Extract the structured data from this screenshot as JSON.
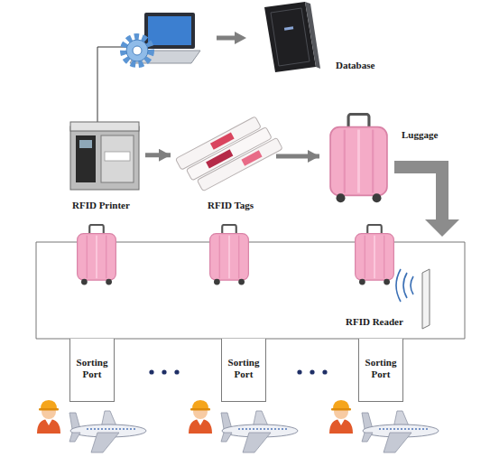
{
  "diagram": {
    "nodes": [
      {
        "text": [
          "Database"
        ]
      },
      {
        "text": [
          "RFID Printer"
        ]
      },
      {
        "text": [
          "RFID Tags"
        ]
      },
      {
        "text": [
          "Luggage"
        ]
      },
      {
        "text": [
          "RFID Reader"
        ]
      },
      {
        "text": [
          "Sorting Port"
        ]
      },
      {
        "text": [
          "Sorting Port"
        ]
      },
      {
        "text": [
          "Sorting Port"
        ]
      }
    ],
    "edges": [
      {
        "from": 1,
        "to": 2,
        "arrow": "to"
      },
      {
        "from": 2,
        "to": 3,
        "arrow": "to"
      }
    ]
  }
}
